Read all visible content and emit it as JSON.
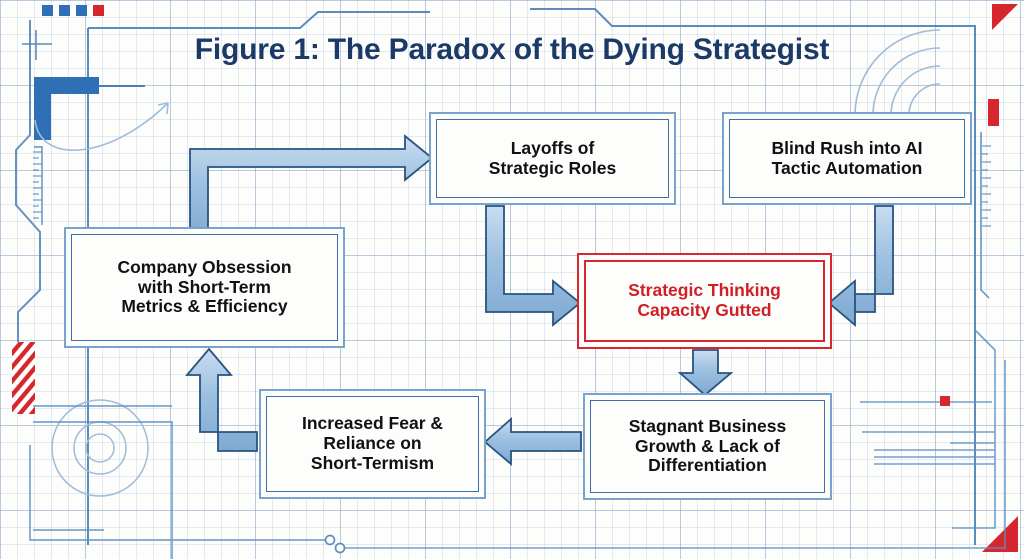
{
  "figure": {
    "title": "Figure 1: The Paradox of the Dying Strategist",
    "title_color": "#1b3a68",
    "background": "#fdfdfb",
    "accent_blue": "#3a6fa8",
    "accent_red": "#d6272e",
    "arrow_fill": "#8fb4da",
    "arrow_stroke": "#28537f"
  },
  "nodes": [
    {
      "id": "layoffs",
      "label": "Layoffs of\nStrategic Roles",
      "style": "blue",
      "text_color": "#111111"
    },
    {
      "id": "ai",
      "label": "Blind Rush into AI\nTactic Automation",
      "style": "blue",
      "text_color": "#111111"
    },
    {
      "id": "company",
      "label": "Company Obsession\nwith Short-Term\nMetrics & Efficiency",
      "style": "blue",
      "text_color": "#111111"
    },
    {
      "id": "gutted",
      "label": "Strategic Thinking\nCapacity Gutted",
      "style": "red",
      "text_color": "#cf2027"
    },
    {
      "id": "stagnant",
      "label": "Stagnant Business\nGrowth & Lack of\nDifferentiation",
      "style": "blue",
      "text_color": "#111111"
    },
    {
      "id": "fear",
      "label": "Increased Fear &\nReliance on\nShort-Termism",
      "style": "blue",
      "text_color": "#111111"
    }
  ],
  "edges": [
    {
      "id": "company-to-layoffs",
      "from": "company",
      "to": "layoffs",
      "shape": "elbow-up-right"
    },
    {
      "id": "layoffs-to-gutted",
      "from": "layoffs",
      "to": "gutted",
      "shape": "elbow-down-right"
    },
    {
      "id": "ai-to-gutted",
      "from": "ai",
      "to": "gutted",
      "shape": "elbow-down-left"
    },
    {
      "id": "gutted-to-stagnant",
      "from": "gutted",
      "to": "stagnant",
      "shape": "straight-down"
    },
    {
      "id": "stagnant-to-fear",
      "from": "stagnant",
      "to": "fear",
      "shape": "straight-left"
    },
    {
      "id": "fear-to-company",
      "from": "fear",
      "to": "company",
      "shape": "elbow-left-up"
    }
  ],
  "decorations": {
    "corner_squares": [
      "#2f6fb5",
      "#2f6fb5",
      "#2f6fb5",
      "#d6272e"
    ],
    "corner_triangles": [
      "#d6272e",
      "#d6272e"
    ],
    "hatch_stripes_color": "#d6272e",
    "marker_square_color": "#d6272e",
    "marker_bar_color": "#d6272e",
    "bracket_color": "#2f6fb5",
    "line_color": "#4a7fb5"
  }
}
